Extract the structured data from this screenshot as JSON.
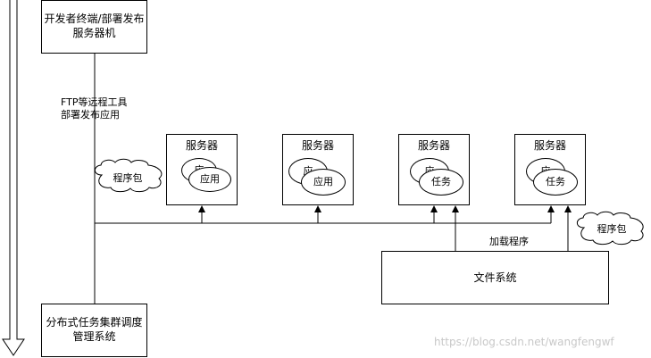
{
  "dev_box": {
    "line1": "开发者终端/部署发布",
    "line2": "服务器机"
  },
  "ftp_label": {
    "line1": "FTP等远程工具",
    "line2": "部署发布应用"
  },
  "package_cloud_left": {
    "label": "程序包"
  },
  "package_cloud_right": {
    "label": "程序包"
  },
  "servers": [
    {
      "title": "服务器",
      "back_label": "应",
      "front_label": "应用"
    },
    {
      "title": "服务器",
      "back_label": "应",
      "front_label": "应用"
    },
    {
      "title": "服务器",
      "back_label": "应",
      "front_label": "任务"
    },
    {
      "title": "服务器",
      "back_label": "应",
      "front_label": "任务"
    }
  ],
  "load_label": "加载程序",
  "filesystem": {
    "label": "文件系统"
  },
  "scheduler_box": {
    "line1": "分布式任务集群调度",
    "line2": "管理系统"
  },
  "watermark": "https://blog.csdn.net/wangfengwf",
  "colors": {
    "line": "#000000",
    "background": "#ffffff",
    "watermark": "#c8c8c8"
  }
}
